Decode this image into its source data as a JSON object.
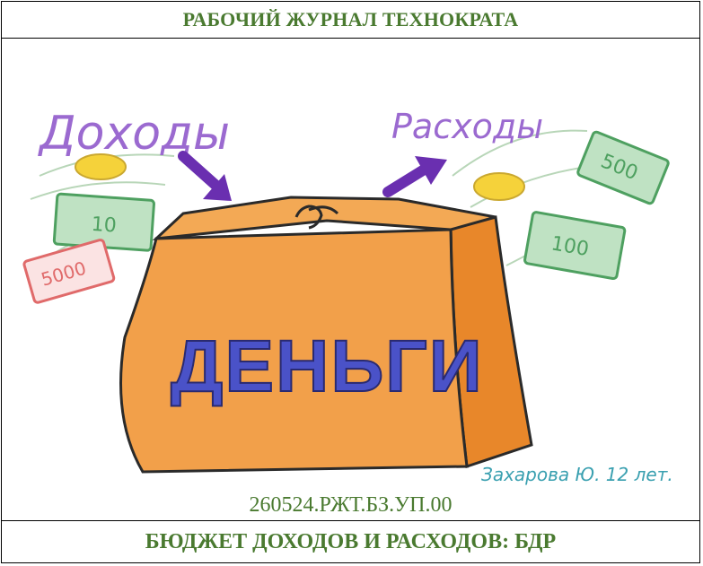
{
  "header": {
    "title": "РАБОЧИЙ ЖУРНАЛ ТЕХНОКРАТА"
  },
  "drawing": {
    "income_label": "Доходы",
    "expenses_label": "Расходы",
    "bag_label": "ДЕНЬГИ",
    "banknotes": [
      "5000",
      "10",
      "100",
      "500"
    ],
    "signature": "Захарова Ю. 12 лет.",
    "colors": {
      "income_label": "#9b6ad0",
      "arrows": "#6a2fb0",
      "bag": "#f2a04a",
      "bag_lettering": "#4a52c8",
      "coin": "#f5d23a",
      "banknote_green": "#4ea060",
      "banknote_red": "#e06a6a",
      "signature": "#3aa0b0"
    }
  },
  "document": {
    "code": "260524.РЖТ.БЗ.УП.00",
    "subject": "БЮДЖЕТ ДОХОДОВ И РАСХОДОВ: БДР"
  },
  "theme": {
    "heading_color": "#4a7a30"
  }
}
